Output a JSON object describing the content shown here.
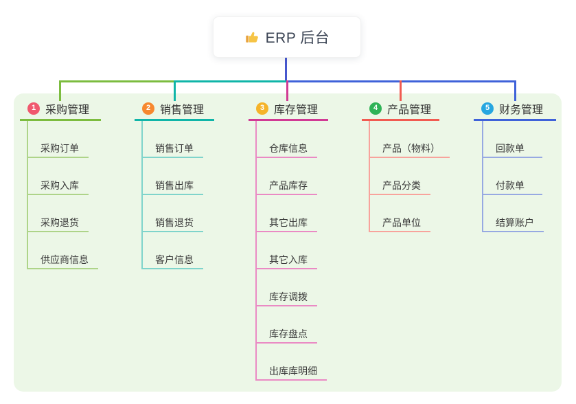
{
  "root": {
    "title": "ERP 后台",
    "icon": "thumbs-up-icon"
  },
  "branches": [
    {
      "num": "1",
      "title": "采购管理",
      "color": "#7cbc3f",
      "light": "#aed489",
      "badge": "#f0586e",
      "children": [
        "采购订单",
        "采购入库",
        "采购退货",
        "供应商信息"
      ]
    },
    {
      "num": "2",
      "title": "销售管理",
      "color": "#10b5a8",
      "light": "#7fd4cb",
      "badge": "#f7882f",
      "children": [
        "销售订单",
        "销售出库",
        "销售退货",
        "客户信息"
      ]
    },
    {
      "num": "3",
      "title": "库存管理",
      "color": "#d13a94",
      "light": "#ea8ac4",
      "badge": "#f5b32a",
      "children": [
        "仓库信息",
        "产品库存",
        "其它出库",
        "其它入库",
        "库存调拨",
        "库存盘点",
        "出库库明细"
      ]
    },
    {
      "num": "4",
      "title": "产品管理",
      "color": "#f15b51",
      "light": "#f8a39c",
      "badge": "#2fb357",
      "children": [
        "产品（物料）",
        "产品分类",
        "产品单位"
      ]
    },
    {
      "num": "5",
      "title": "财务管理",
      "color": "#3f62d9",
      "light": "#97a9e2",
      "badge": "#26a6e0",
      "children": [
        "回款单",
        "付款单",
        "结算账户"
      ]
    }
  ],
  "colors": {
    "root_connector": "#4757ce",
    "canvas_bg": "#ecf7e7"
  }
}
